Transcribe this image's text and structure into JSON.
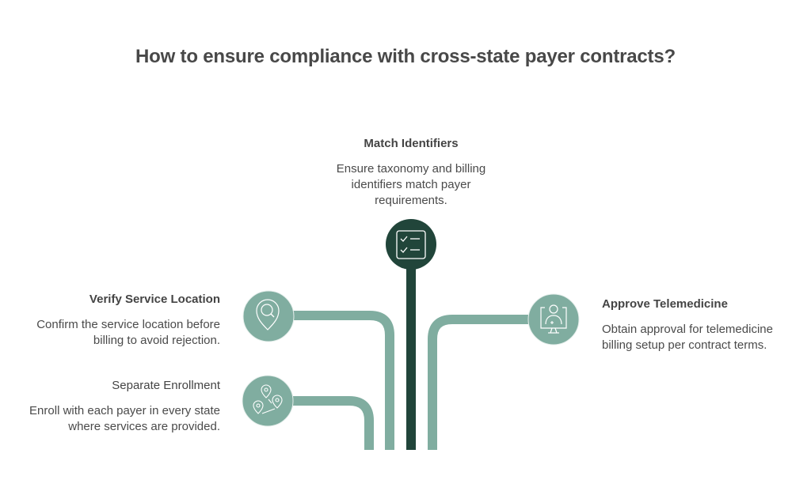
{
  "title": "How to ensure compliance with cross-state payer contracts?",
  "colors": {
    "primary_dark": "#21453a",
    "secondary": "#80ada0",
    "text": "#4a4a4a"
  },
  "steps": [
    {
      "title": "Match Identifiers",
      "description": "Ensure taxonomy and billing identifiers match payer requirements.",
      "icon": "checklist-icon",
      "position": "top"
    },
    {
      "title": "Verify Service Location",
      "description": "Confirm the service location before billing to avoid rejection.",
      "icon": "location-search-icon",
      "position": "left-upper"
    },
    {
      "title": "Separate Enrollment",
      "description": "Enroll with each payer in every state where services are provided.",
      "icon": "multiple-locations-icon",
      "position": "left-lower"
    },
    {
      "title": "Approve Telemedicine",
      "description": "Obtain approval for telemedicine billing setup per contract terms.",
      "icon": "telemedicine-monitor-icon",
      "position": "right"
    }
  ]
}
